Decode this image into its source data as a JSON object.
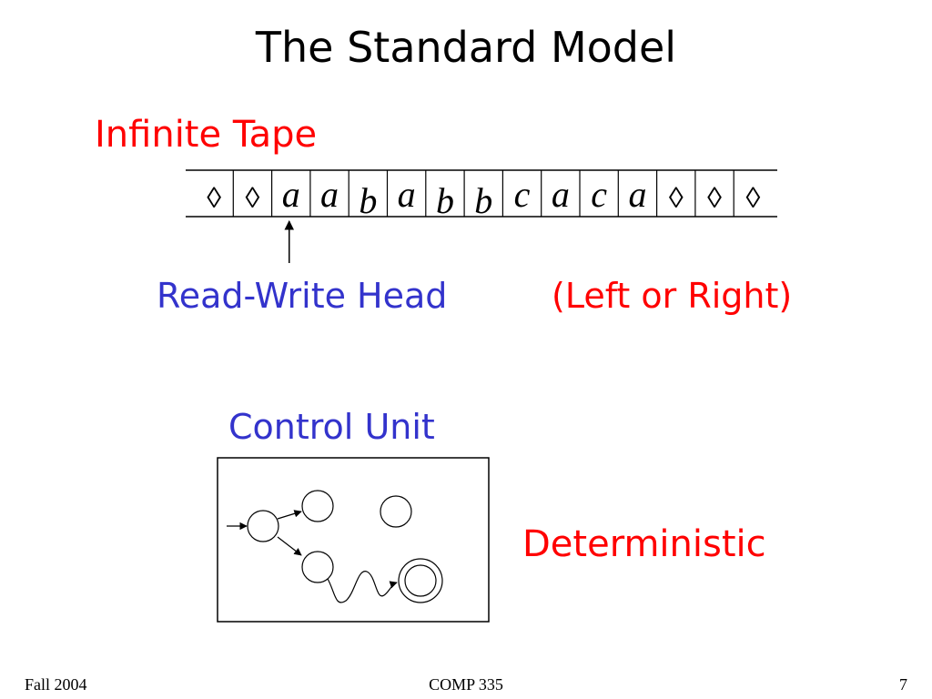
{
  "slide": {
    "title": "The Standard Model"
  },
  "tape": {
    "label": "Infinite Tape",
    "cells": [
      "◊",
      "◊",
      "a",
      "a",
      "b",
      "a",
      "b",
      "b",
      "c",
      "a",
      "c",
      "a",
      "◊",
      "◊",
      "◊"
    ],
    "head_cell_index": 2
  },
  "head": {
    "label": "Read-Write Head",
    "direction_label": "(Left or Right)"
  },
  "control_unit": {
    "label": "Control Unit",
    "type_label": "Deterministic"
  },
  "footer": {
    "left": "Fall 2004",
    "center": "COMP 335",
    "right": "7"
  },
  "colors": {
    "red": "#ff0000",
    "blue": "#3333cc",
    "black": "#000000"
  }
}
